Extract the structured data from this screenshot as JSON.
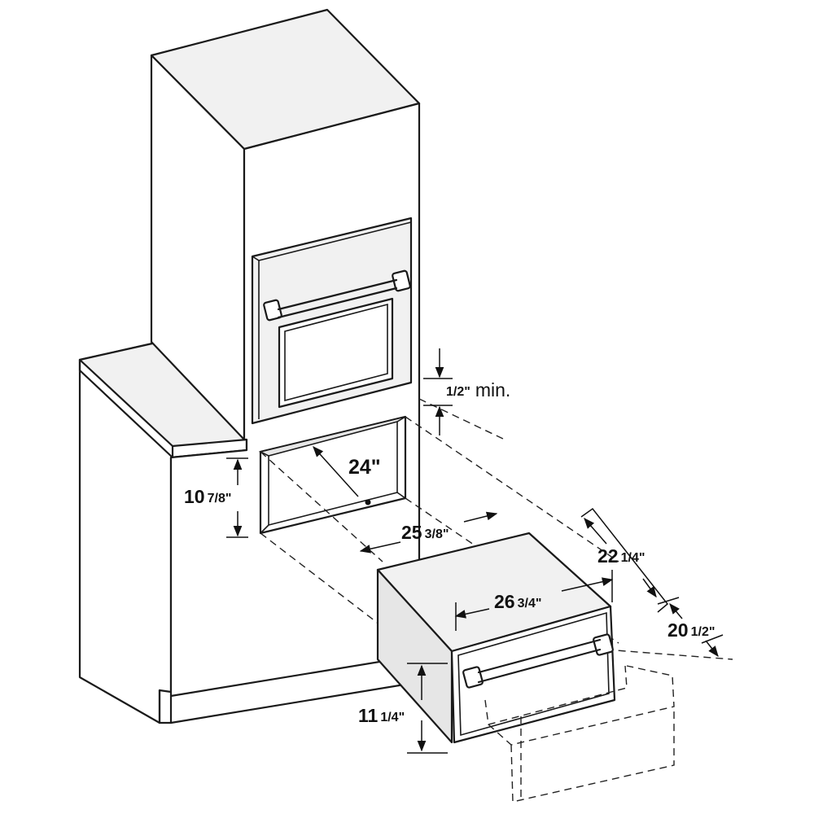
{
  "dimensions": {
    "gap_min": {
      "whole": "",
      "frac": "1/2\"",
      "suffix": "min."
    },
    "opening_depth": {
      "whole": "24\"",
      "frac": ""
    },
    "opening_height": {
      "whole": "10",
      "frac": "7/8\""
    },
    "opening_width": {
      "whole": "25",
      "frac": "3/8\""
    },
    "drawer_depth_total": {
      "whole": "22",
      "frac": "1/4\""
    },
    "drawer_face_width": {
      "whole": "26",
      "frac": "3/4\""
    },
    "drawer_body_depth": {
      "whole": "20",
      "frac": "1/2\""
    },
    "drawer_face_height": {
      "whole": "11",
      "frac": "1/4\""
    }
  }
}
